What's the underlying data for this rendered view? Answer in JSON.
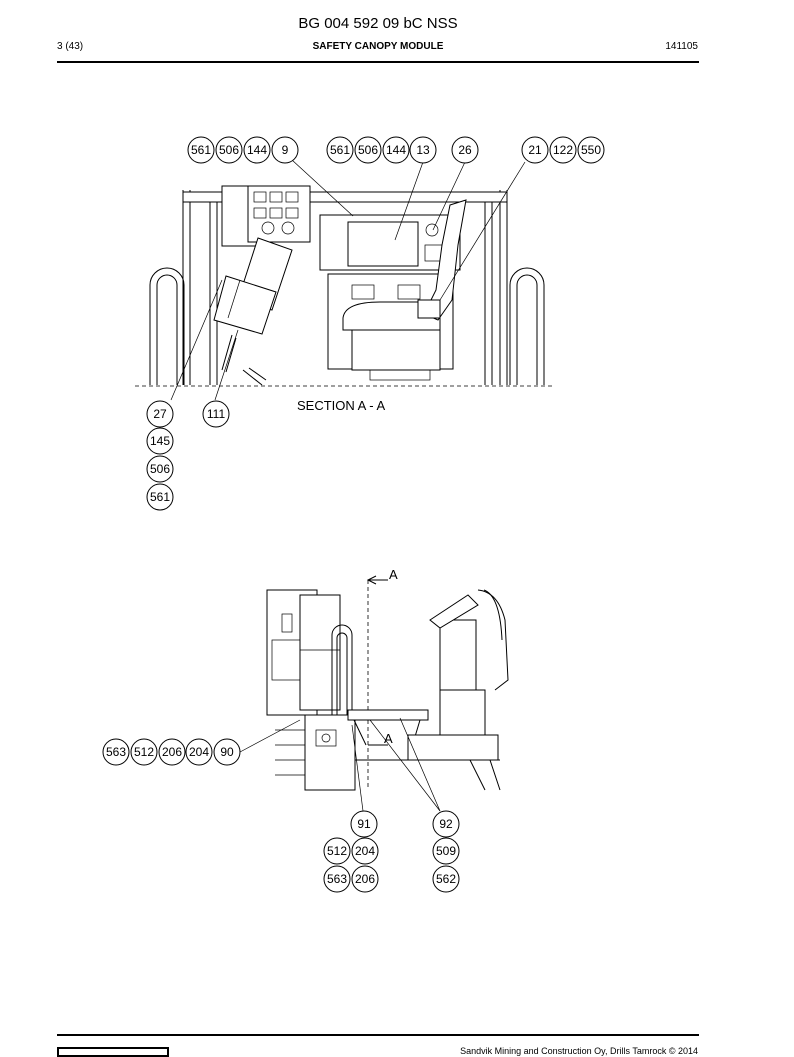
{
  "header": {
    "doc_number": "BG 004 592 09 bC NSS",
    "page": "3 (43)",
    "module_title": "SAFETY CANOPY MODULE",
    "date_code": "141105"
  },
  "drawing_top": {
    "section_label": "SECTION A - A",
    "callout_groups": [
      [
        "561",
        "506",
        "144",
        "9"
      ],
      [
        "561",
        "506",
        "144",
        "13"
      ],
      [
        "26"
      ],
      [
        "21",
        "122",
        "550"
      ]
    ],
    "left_stack": [
      "27",
      "145",
      "506",
      "561"
    ],
    "single": "111"
  },
  "drawing_bottom": {
    "section_marker_top": "A",
    "section_marker_bottom": "A",
    "left_group": [
      "563",
      "512",
      "206",
      "204",
      "90"
    ],
    "col_91": [
      "91"
    ],
    "row_512_204": [
      "512",
      "204"
    ],
    "row_563_206": [
      "563",
      "206"
    ],
    "col_92": [
      "92",
      "509",
      "562"
    ]
  },
  "footer": {
    "copyright": "Sandvik Mining and Construction Oy, Drills Tamrock © 2014"
  }
}
